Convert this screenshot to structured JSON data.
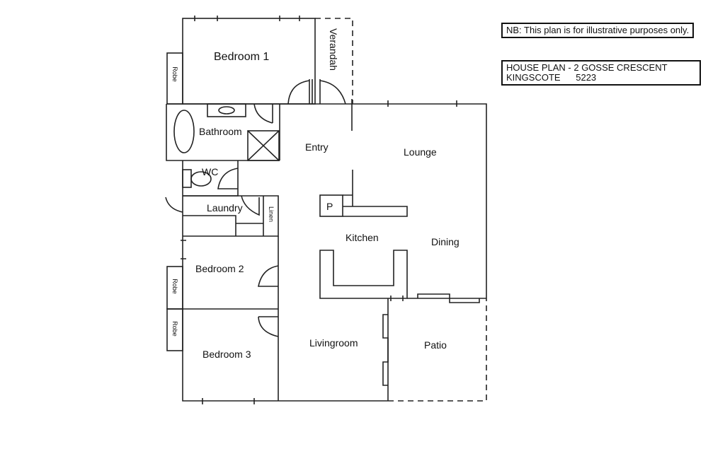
{
  "notes": {
    "disclaimer": "NB: This plan is for illustrative purposes only.",
    "title_line1": "HOUSE PLAN - 2 GOSSE CRESCENT",
    "title_line2": "KINGSCOTE      5223"
  },
  "rooms": {
    "bedroom1": "Bedroom 1",
    "verandah": "Verandah",
    "robe1": "Robe",
    "bathroom": "Bathroom",
    "entry": "Entry",
    "lounge": "Lounge",
    "wc": "WC",
    "laundry": "Laundry",
    "linen": "Linen",
    "pantry": "P",
    "kitchen": "Kitchen",
    "dining": "Dining",
    "bedroom2": "Bedroom 2",
    "robe2": "Robe",
    "robe3": "Robe",
    "bedroom3": "Bedroom 3",
    "livingroom": "Livingroom",
    "patio": "Patio"
  }
}
